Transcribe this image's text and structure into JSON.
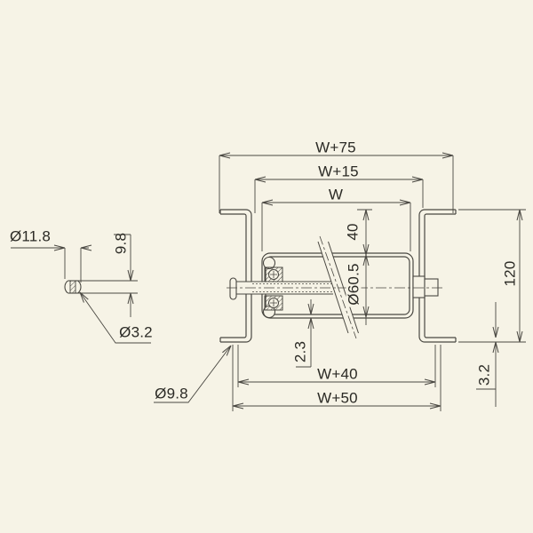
{
  "drawing": {
    "background_color": "#f6f3e6",
    "line_color": "#4a4842",
    "text_color": "#2b2a25",
    "type": "roller-conveyor-dimension-drawing"
  },
  "labels": {
    "width_overall": "W+75",
    "width_inner_frames": "W+15",
    "roller_face_width": "W",
    "top_clearance": "40",
    "roller_diameter": "Ø60.5",
    "frame_height": "120",
    "flange_thickness": "3.2",
    "tube_wall_thickness": "2.3",
    "width_w40": "W+40",
    "width_w50": "W+50",
    "mount_hole_diameter": "Ø9.8",
    "shaft_end_diameter": "Ø11.8",
    "shaft_flats_width": "9.8",
    "pin_diameter": "Ø3.2"
  }
}
